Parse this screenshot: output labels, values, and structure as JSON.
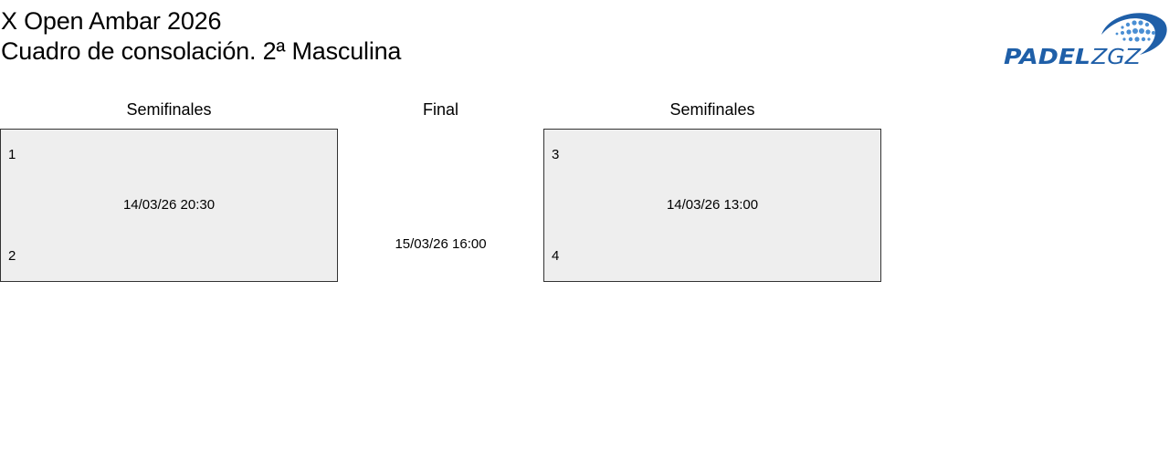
{
  "title": {
    "line1": "X Open Ambar 2026",
    "line2": "Cuadro de consolación. 2ª Masculina"
  },
  "logo": {
    "text_left": "PADEL",
    "text_right": "ZGZ",
    "color_dark": "#1f5fa8",
    "color_light": "#4a8fd4"
  },
  "rounds": {
    "left": "Semifinales",
    "center": "Final",
    "right": "Semifinales"
  },
  "matches": [
    {
      "seed_top": "1",
      "seed_bottom": "2",
      "date": "14/03/26 20:30"
    },
    {
      "seed_top": "3",
      "seed_bottom": "4",
      "date": "14/03/26 13:00"
    }
  ],
  "final": {
    "date": "15/03/26 16:00"
  },
  "colors": {
    "box_fill": "#eeeeee",
    "box_border": "#333333"
  }
}
